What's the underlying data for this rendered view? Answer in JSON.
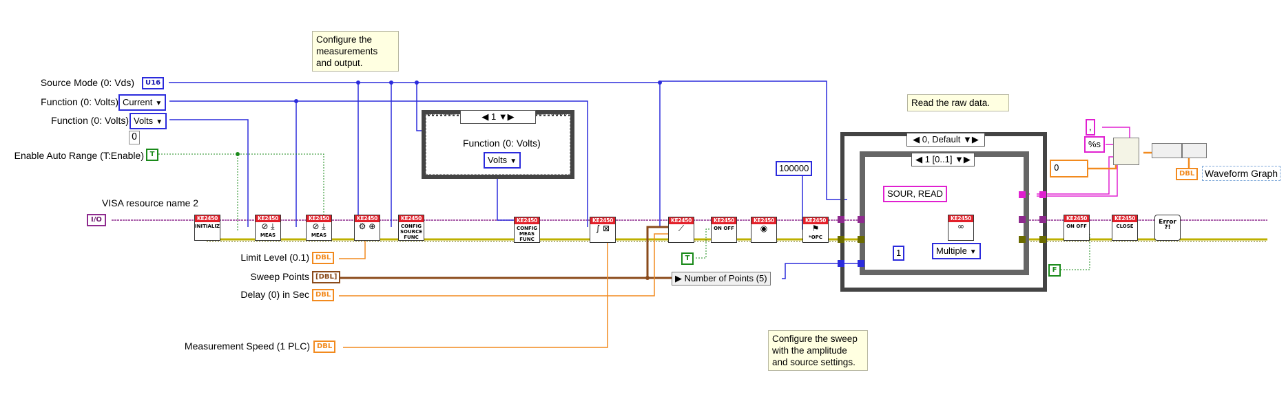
{
  "controls": {
    "source_mode": {
      "label": "Source Mode  (0: Vds)",
      "type": "U16"
    },
    "function_ring_1": {
      "label": "Function (0: Volts)",
      "value": "Current"
    },
    "function_ring_2": {
      "label": "Function (0: Volts)",
      "value": "Volts"
    },
    "function_index": "0",
    "enable_auto_range": {
      "label": "Enable Auto Range (T:Enable)",
      "value": "T"
    },
    "visa_resource": {
      "label": "VISA resource name 2",
      "type": "I/O"
    },
    "limit_level": {
      "label": "Limit  Level (0.1)",
      "type": "DBL"
    },
    "sweep_points": {
      "label": "Sweep Points",
      "type": "[DBL]"
    },
    "delay": {
      "label": "Delay (0) in Sec",
      "type": "DBL"
    },
    "measurement_speed": {
      "label": "Measurement Speed (1 PLC)",
      "type": "DBL"
    }
  },
  "comments": {
    "configure_measurements": "Configure the measurements and output.",
    "read_raw": "Read the raw data.",
    "configure_sweep": "Configure the sweep with the amplitude and source settings."
  },
  "case_structure_1": {
    "selector": "1",
    "inner_label": "Function (0: Volts)",
    "inner_ring": "Volts"
  },
  "case_structure_2": {
    "selector": "0, Default"
  },
  "sequence_frame": {
    "selector": "1 [0..1]"
  },
  "constants": {
    "opc_timeout": "100000",
    "sour_read": "SOUR, READ",
    "num_readings": "1",
    "multiple": "Multiple",
    "true_const": "T",
    "false_const": "F",
    "comma": ",",
    "format": "%s",
    "zero": "0"
  },
  "property_node": {
    "label": "Number of Points (5)"
  },
  "output": {
    "label": "Waveform Graph",
    "type": "DBL"
  },
  "vis": {
    "initialize": "INITIALIZE",
    "meas1": "MEAS",
    "meas2": "MEAS",
    "config_source_func": "CONFIG SOURCE FUNC",
    "config_meas_func": "CONFIG MEAS FUNC",
    "on_off_1": "ON OFF",
    "on_off_2": "ON OFF",
    "opc": "*OPC",
    "close": "CLOSE",
    "error": "Error ?!",
    "header": "KE2450"
  },
  "colors": {
    "blue_wire": "#2b2bdc",
    "orange_wire": "#f28a1e",
    "pink_wire": "#e020d0",
    "error_wire": "#bdb000",
    "green_wire": "#1a8a1a",
    "visa_wire": "#8e2a8e"
  }
}
